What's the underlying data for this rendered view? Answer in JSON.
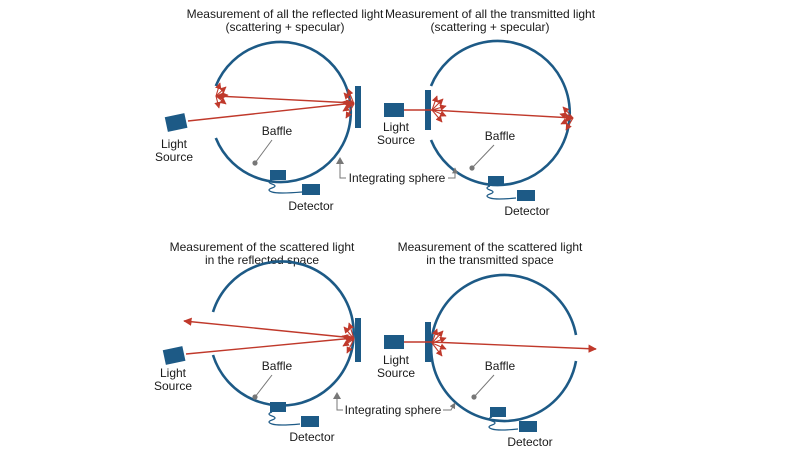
{
  "panels": {
    "top_left": {
      "title_line1": "Measurement of all the reflected light",
      "title_line2": "(scattering + specular)",
      "source_line1": "Light",
      "source_line2": "Source",
      "baffle": "Baffle",
      "detector": "Detector"
    },
    "top_right": {
      "title_line1": "Measurement of all the transmitted light",
      "title_line2": "(scattering + specular)",
      "source_line1": "Light",
      "source_line2": "Source",
      "baffle": "Baffle",
      "detector": "Detector"
    },
    "bottom_left": {
      "title_line1": "Measurement of the scattered light",
      "title_line2": "in the reflected space",
      "source_line1": "Light",
      "source_line2": "Source",
      "baffle": "Baffle",
      "detector": "Detector"
    },
    "bottom_right": {
      "title_line1": "Measurement of the scattered light",
      "title_line2": "in the transmitted space",
      "source_line1": "Light",
      "source_line2": "Source",
      "baffle": "Baffle",
      "detector": "Detector"
    }
  },
  "shared": {
    "integrating_sphere_top": "Integrating sphere",
    "integrating_sphere_bottom": "Integrating sphere"
  },
  "colors": {
    "sphere": "#1d5a86",
    "light_ray": "#c0392b",
    "callout": "#777777"
  }
}
